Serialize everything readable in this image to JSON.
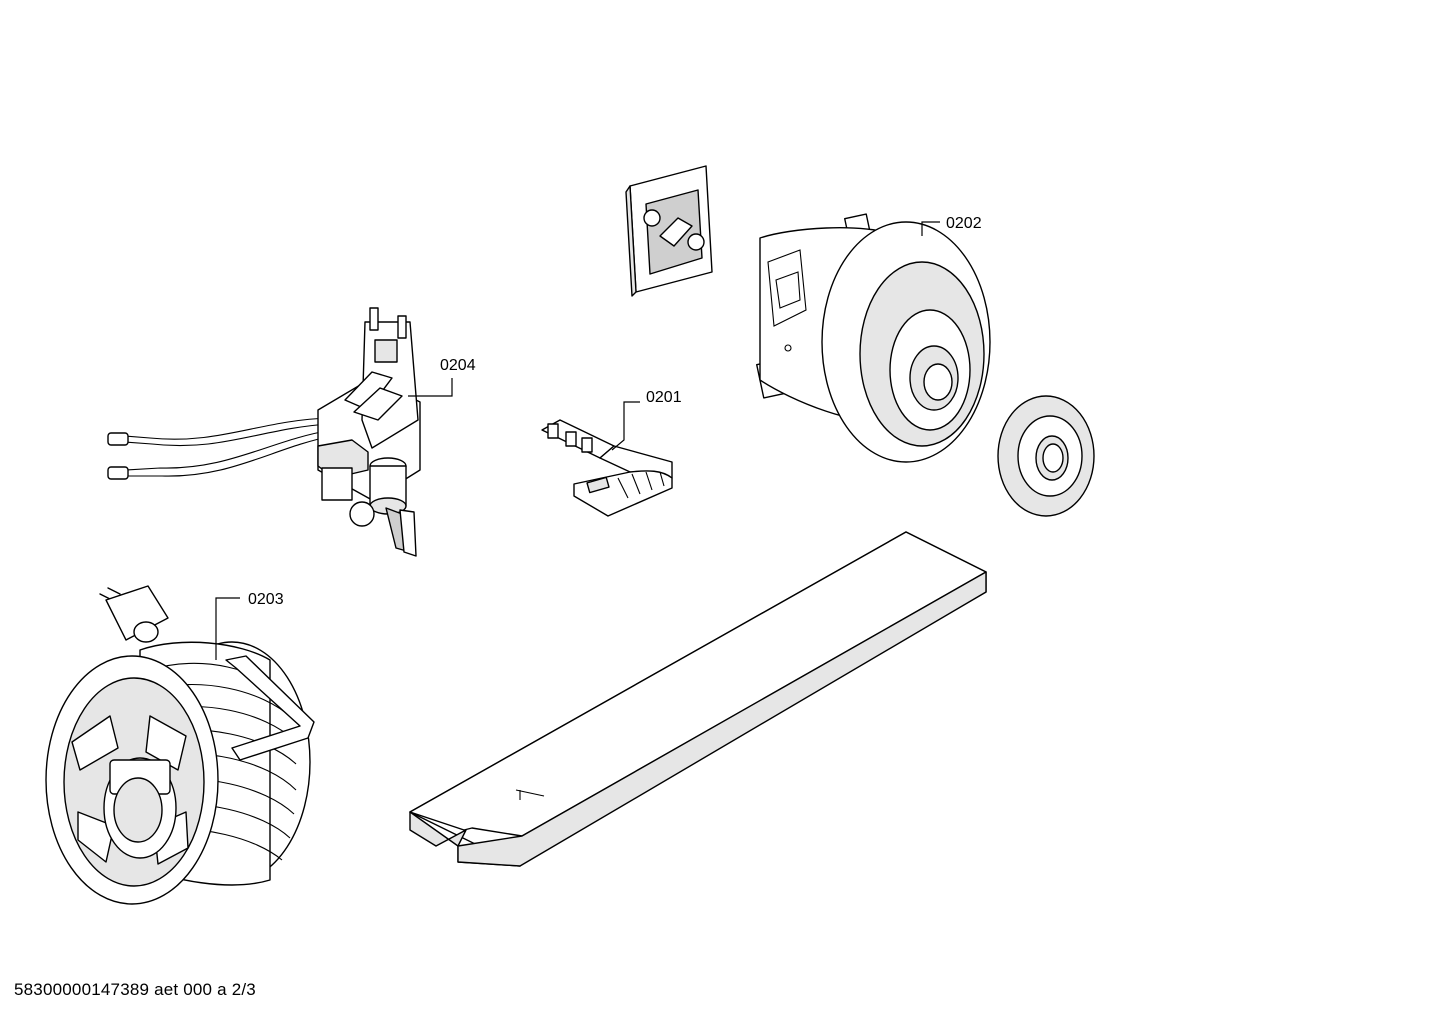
{
  "labels": {
    "p0201": "0201",
    "p0202": "0202",
    "p0203": "0203",
    "p0204": "0204"
  },
  "footer": "58300000147389 aet 000 a 2/3"
}
